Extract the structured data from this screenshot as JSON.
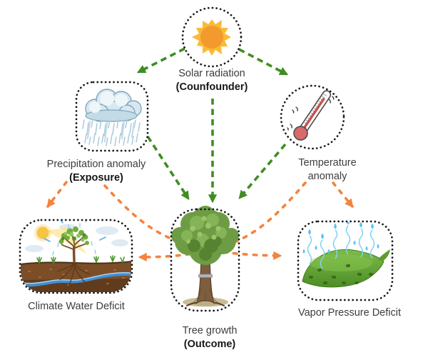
{
  "diagram": {
    "kind": "causal-diagram",
    "background": "#FFFFFF"
  },
  "nodes": {
    "solar": {
      "label": "Solar radiation",
      "role": "(Counfounder)",
      "icon": "sun-icon"
    },
    "precipitation": {
      "label": "Precipitation anomaly",
      "role": "(Exposure)",
      "icon": "rain-cloud-icon"
    },
    "temperature": {
      "label": "Temperature anomaly",
      "icon": "thermometer-icon"
    },
    "cwd": {
      "label": "Climate Water Deficit",
      "icon": "soil-water-landscape-icon"
    },
    "tree": {
      "label": "Tree growth",
      "role": "(Outcome)",
      "icon": "tree-icon"
    },
    "vpd": {
      "label": "Vapor Pressure Deficit",
      "icon": "leaf-transpiration-icon"
    }
  },
  "edges": [
    {
      "from": "solar",
      "to": "precipitation",
      "color": "#3F8D23",
      "style": "dashed"
    },
    {
      "from": "solar",
      "to": "tree",
      "color": "#3F8D23",
      "style": "dashed"
    },
    {
      "from": "solar",
      "to": "temperature",
      "color": "#3F8D23",
      "style": "dashed"
    },
    {
      "from": "precipitation",
      "to": "tree",
      "color": "#3F8D23",
      "style": "dashed"
    },
    {
      "from": "temperature",
      "to": "tree",
      "color": "#3F8D23",
      "style": "dashed"
    },
    {
      "from": "precipitation",
      "to": "cwd",
      "color": "#F5823D",
      "style": "dashed"
    },
    {
      "from": "precipitation",
      "to": "vpd",
      "color": "#F5823D",
      "style": "dashed"
    },
    {
      "from": "temperature",
      "to": "vpd",
      "color": "#F5823D",
      "style": "dashed"
    },
    {
      "from": "temperature",
      "to": "cwd",
      "color": "#F5823D",
      "style": "dashed"
    }
  ],
  "colors": {
    "green_arrow": "#3F8D23",
    "orange_arrow": "#F5823D",
    "node_border": "#1A1A1A",
    "label_text": "#3D3D3D",
    "background": "#FFFFFF"
  }
}
